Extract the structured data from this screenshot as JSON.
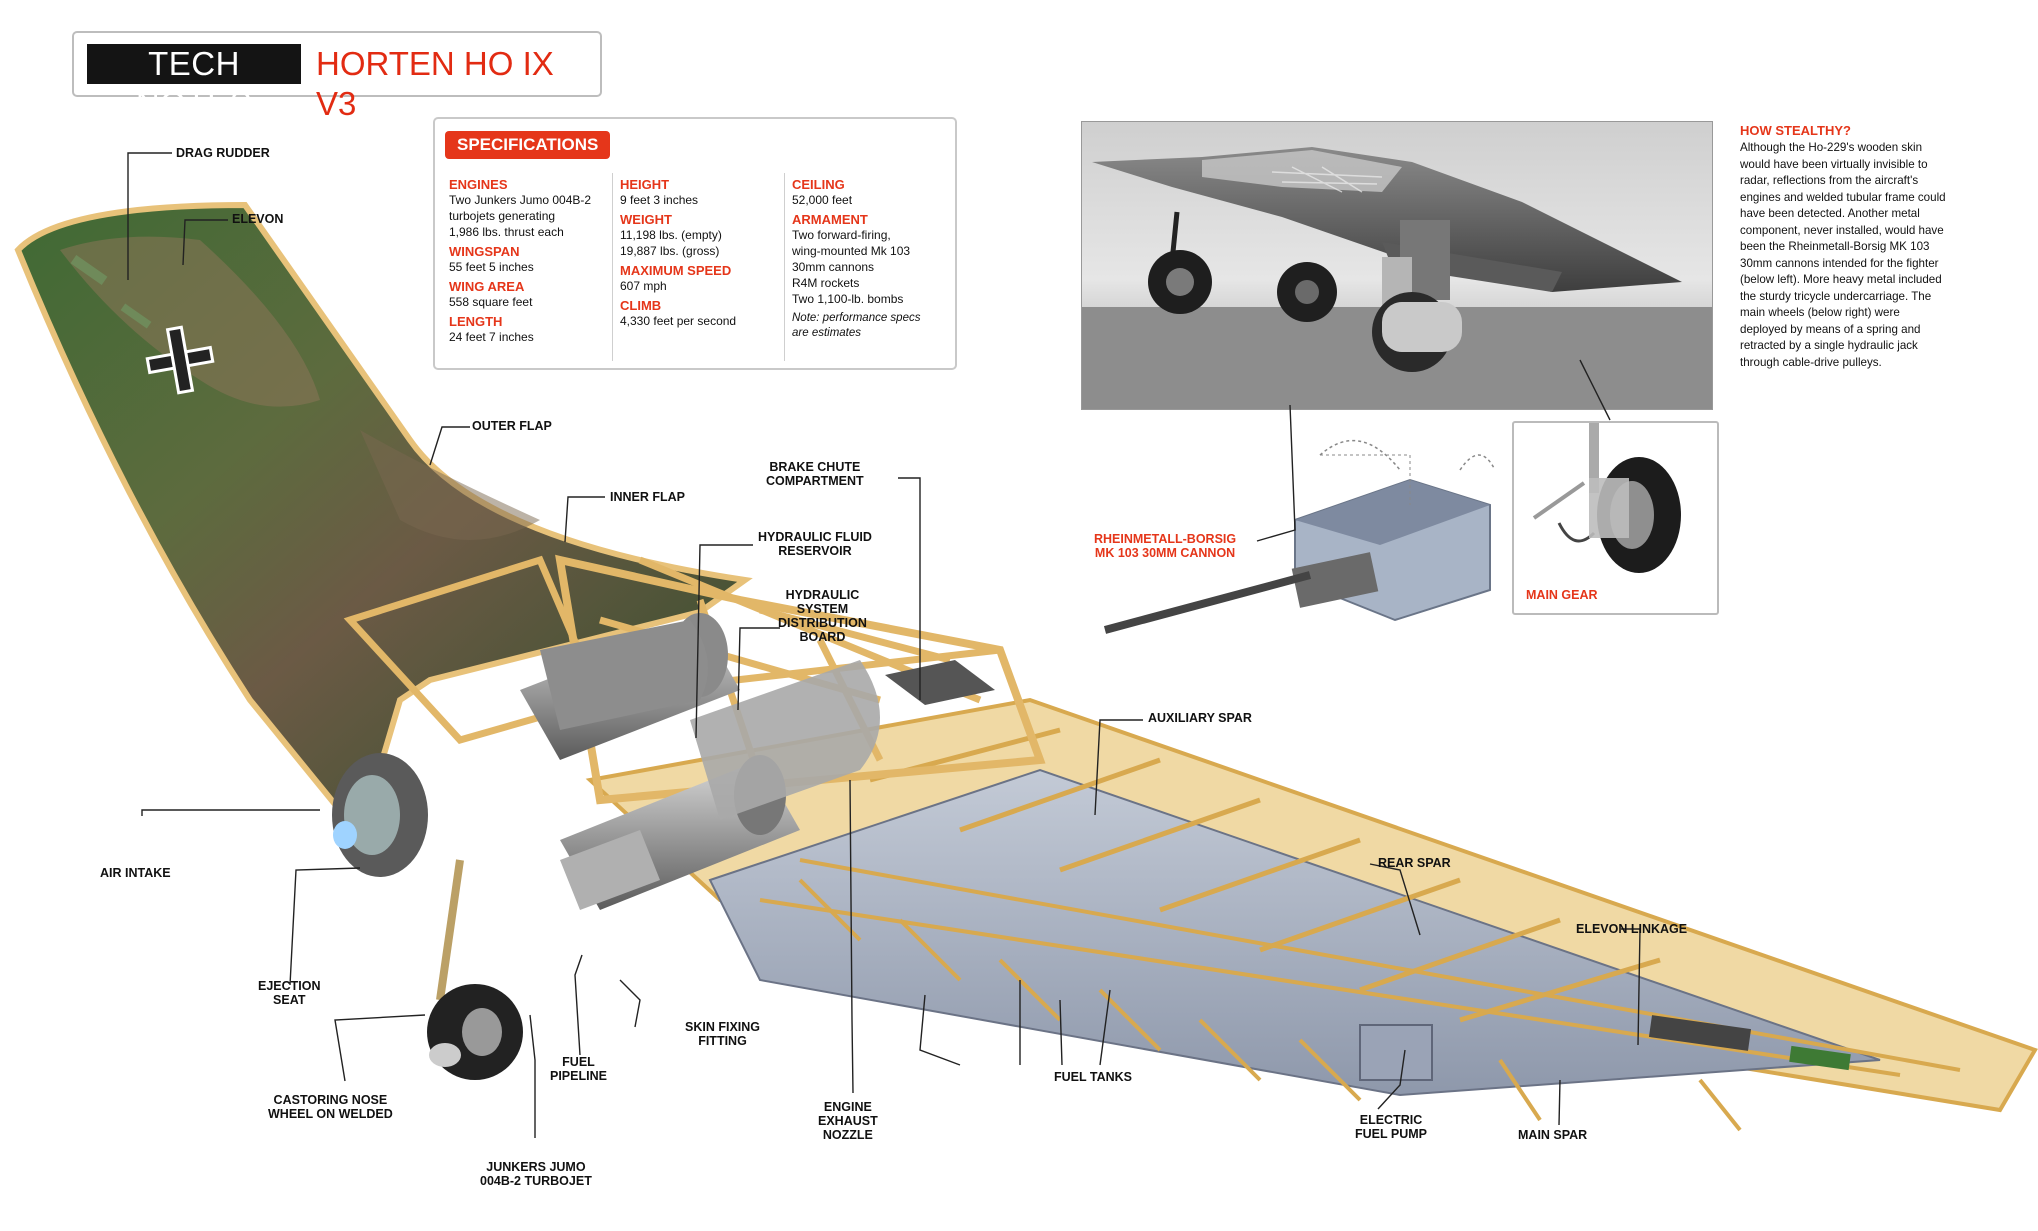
{
  "header": {
    "series": "TECH NOTES",
    "title": "HORTEN HO IX V3"
  },
  "specs": {
    "title": "SPECIFICATIONS",
    "col1": [
      {
        "h": "ENGINES",
        "v": [
          "Two Junkers Jumo 004B-2",
          "turbojets generating",
          "1,986 lbs. thrust each"
        ]
      },
      {
        "h": "WINGSPAN",
        "v": [
          "55 feet 5 inches"
        ]
      },
      {
        "h": "WING AREA",
        "v": [
          "558 square feet"
        ]
      },
      {
        "h": "LENGTH",
        "v": [
          "24 feet 7 inches"
        ]
      }
    ],
    "col2": [
      {
        "h": "HEIGHT",
        "v": [
          "9 feet 3 inches"
        ]
      },
      {
        "h": "WEIGHT",
        "v": [
          "11,198 lbs. (empty)",
          "19,887 lbs.  (gross)"
        ]
      },
      {
        "h": "MAXIMUM SPEED",
        "v": [
          "607 mph"
        ]
      },
      {
        "h": "CLIMB",
        "v": [
          "4,330 feet per second"
        ]
      }
    ],
    "col3": [
      {
        "h": "CEILING",
        "v": [
          "52,000 feet"
        ]
      },
      {
        "h": "ARMAMENT",
        "v": [
          "Two forward-firing,",
          "wing-mounted Mk 103",
          "30mm cannons",
          "R4M rockets",
          "Two 1,100-lb. bombs"
        ]
      }
    ],
    "note": [
      "Note: performance specs",
      "are estimates"
    ]
  },
  "stealth": {
    "heading": "HOW STEALTHY?",
    "body": "Although the Ho-229's wooden skin would have been virtually invisible to radar, reflections from the aircraft's engines and welded tubular frame could have been detected. Another metal component, never installed, would have been the Rheinmetall-Borsig MK 103 30mm cannons intended for the fighter (below left). More heavy metal included the sturdy tricycle undercarriage. The main wheels (below right) were deployed by means of a spring and retracted by a single hydraulic jack through cable-drive pulleys."
  },
  "labels": {
    "drag_rudder": "DRAG RUDDER",
    "elevon": "ELEVON",
    "outer_flap": "OUTER FLAP",
    "inner_flap": "INNER FLAP",
    "brake_chute": [
      "BRAKE CHUTE",
      "COMPARTMENT"
    ],
    "hydraulic_fluid": [
      "HYDRAULIC FLUID",
      "RESERVOIR"
    ],
    "hydraulic_board": [
      "HYDRAULIC",
      "SYSTEM",
      "DISTRIBUTION",
      "BOARD"
    ],
    "cannon": [
      "RHEINMETALL-BORSIG",
      "MK 103 30MM CANNON"
    ],
    "main_gear": "MAIN GEAR",
    "auxiliary_spar": "AUXILIARY SPAR",
    "air_intake": "AIR INTAKE",
    "rear_spar": "REAR SPAR",
    "elevon_linkage": "ELEVON LINKAGE",
    "ejection_seat": [
      "EJECTION",
      "SEAT"
    ],
    "skin_fixing": [
      "SKIN FIXING",
      "FITTING"
    ],
    "fuel_pipeline": [
      "FUEL",
      "PIPELINE"
    ],
    "castoring": [
      "CASTORING NOSE",
      "WHEEL ON WELDED"
    ],
    "engine_exhaust": [
      "ENGINE",
      "EXHAUST",
      "NOZZLE"
    ],
    "fuel_tanks": "FUEL TANKS",
    "electric_pump": [
      "ELECTRIC",
      "FUEL PUMP"
    ],
    "main_spar": "MAIN SPAR",
    "junkers": [
      "JUNKERS JUMO",
      "004B-2 TURBOJET"
    ]
  },
  "colors": {
    "accent": "#e5361a",
    "camo_green": "#3f6a34",
    "camo_brown": "#6b5a45",
    "frame": "#e8c27a",
    "tank": "#a4afc2"
  }
}
